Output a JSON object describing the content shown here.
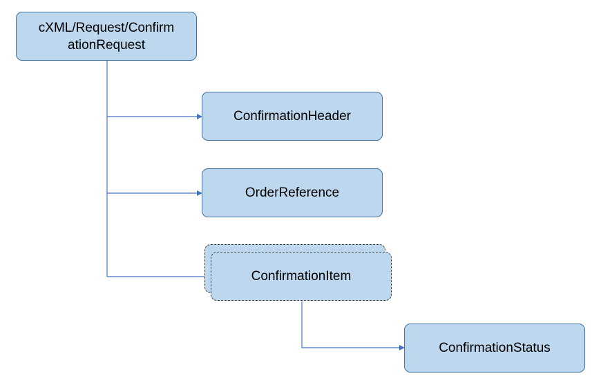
{
  "colors": {
    "box_fill": "#bdd7ee",
    "box_border": "#41719c",
    "connector": "#4472c4",
    "multi_border": "#404040"
  },
  "nodes": {
    "root": {
      "label": "cXML/Request/Confirm\nationRequest"
    },
    "header": {
      "label": "ConfirmationHeader"
    },
    "order_ref": {
      "label": "OrderReference"
    },
    "item": {
      "label": "ConfirmationItem"
    },
    "status": {
      "label": "ConfirmationStatus"
    }
  }
}
